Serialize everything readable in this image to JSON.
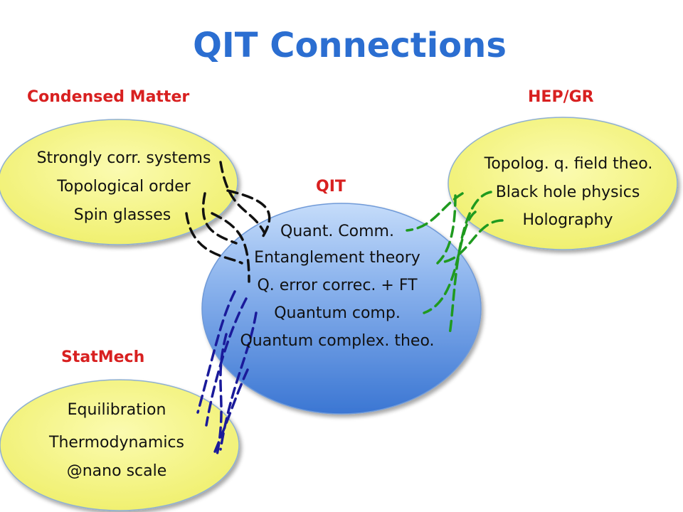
{
  "title": "QIT Connections",
  "colors": {
    "title": "#2b6ed1",
    "category": "#d82020",
    "yellow_ellipse": "#f4f48a",
    "blue_ellipse": "#4a84dc",
    "link_cm": "#111111",
    "link_hep": "#1f9a1f",
    "link_statmech": "#1a1a9a"
  },
  "categories": {
    "condensed_matter": "Condensed Matter",
    "hep_gr": "HEP/GR",
    "qit": "QIT",
    "statmech": "StatMech"
  },
  "condensed_matter_items": [
    "Strongly corr. systems",
    "Topological order",
    "Spin glasses"
  ],
  "hep_items": [
    "Topolog. q. field theo.",
    "Black hole physics",
    "Holography"
  ],
  "qit_items": [
    "Quant. Comm.",
    "Entanglement theory",
    "Q. error correc. + FT",
    "Quantum comp.",
    "Quantum complex. theo."
  ],
  "statmech_items": [
    "Equilibration",
    "Thermodynamics",
    "@nano scale"
  ]
}
